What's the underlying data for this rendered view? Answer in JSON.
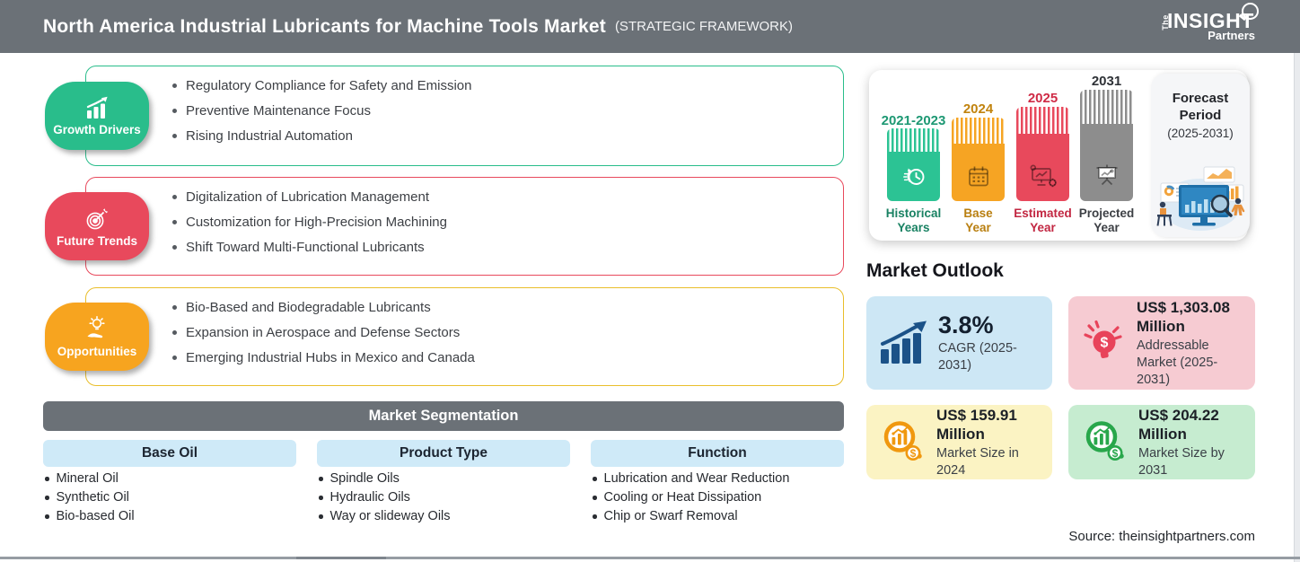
{
  "header": {
    "title": "North America Industrial Lubricants for Machine Tools Market",
    "subtitle": "(STRATEGIC FRAMEWORK)",
    "logo": {
      "the": "The",
      "insight": "INSIGHT",
      "partners": "Partners"
    }
  },
  "framework": {
    "sections": [
      {
        "label": "Growth Drivers",
        "icon": "growth-chart-icon",
        "color": "#29bd8b",
        "border_color": "#29bd8b",
        "items": [
          "Regulatory Compliance for Safety and Emission",
          "Preventive Maintenance Focus",
          "Rising Industrial Automation"
        ]
      },
      {
        "label": "Future Trends",
        "icon": "target-icon",
        "color": "#e8495c",
        "border_color": "#e8495c",
        "items": [
          "Digitalization of Lubrication Management",
          "Customization for High-Precision Machining",
          "Shift Toward Multi-Functional Lubricants"
        ]
      },
      {
        "label": "Opportunities",
        "icon": "bulb-hand-icon",
        "color": "#f7a41f",
        "border_color": "#e9be2b",
        "items": [
          "Bio-Based and Biodegradable Lubricants",
          "Expansion in Aerospace and Defense Sectors",
          "Emerging Industrial Hubs in Mexico and Canada"
        ]
      }
    ]
  },
  "segmentation": {
    "title": "Market Segmentation",
    "columns": [
      {
        "header": "Base Oil",
        "items": [
          "Mineral Oil",
          "Synthetic Oil",
          "Bio-based Oil"
        ]
      },
      {
        "header": "Product Type",
        "items": [
          "Spindle Oils",
          "Hydraulic Oils",
          "Way or slideway Oils"
        ]
      },
      {
        "header": "Function",
        "items": [
          "Lubrication and Wear Reduction",
          "Cooling or Heat Dissipation",
          "Chip or Swarf Removal"
        ]
      }
    ]
  },
  "timeline": {
    "bars": [
      {
        "year": "2021-2023",
        "label": "Historical Years",
        "color": "#2cc394",
        "year_color": "#1d9873",
        "label_color": "#1a8263",
        "icon": "history-clock-icon"
      },
      {
        "year": "2024",
        "label": "Base Year",
        "color": "#f6a423",
        "year_color": "#c1830e",
        "label_color": "#b97f10",
        "icon": "calendar-icon"
      },
      {
        "year": "2025",
        "label": "Estimated Year",
        "color": "#e8495c",
        "year_color": "#cf2b46",
        "label_color": "#c22742",
        "icon": "monitor-gear-icon"
      },
      {
        "year": "2031",
        "label": "Projected Year",
        "color": "#8d8d8d",
        "year_color": "#2f3237",
        "label_color": "#3c3f44",
        "icon": "projection-screen-icon"
      }
    ],
    "forecast": {
      "line1": "Forecast",
      "line2": "Period",
      "range": "(2025-2031)"
    }
  },
  "outlook": {
    "title": "Market Outlook",
    "cards": [
      {
        "value": "3.8%",
        "label": "CAGR (2025-2031)",
        "bg": "#cde7f5",
        "icon": "bar-chart-growth-icon",
        "icon_color": "#1b5288",
        "big": true
      },
      {
        "value": "US$ 1,303.08 Million",
        "label": "Addressable Market (2025-2031)",
        "bg": "#f6cbd2",
        "icon": "bulb-dollar-icon",
        "icon_color": "#e8435a",
        "big": false
      },
      {
        "value": "US$ 159.91 Million",
        "label": "Market Size in 2024",
        "bg": "#fbf3c3",
        "icon": "magnifier-chart-icon",
        "icon_color": "#f0980f",
        "big": false
      },
      {
        "value": "US$ 204.22 Million",
        "label": "Market Size by 2031",
        "bg": "#c6ecd0",
        "icon": "magnifier-chart-icon",
        "icon_color": "#28a74b",
        "big": false
      }
    ]
  },
  "source": "Source: theinsightpartners.com"
}
